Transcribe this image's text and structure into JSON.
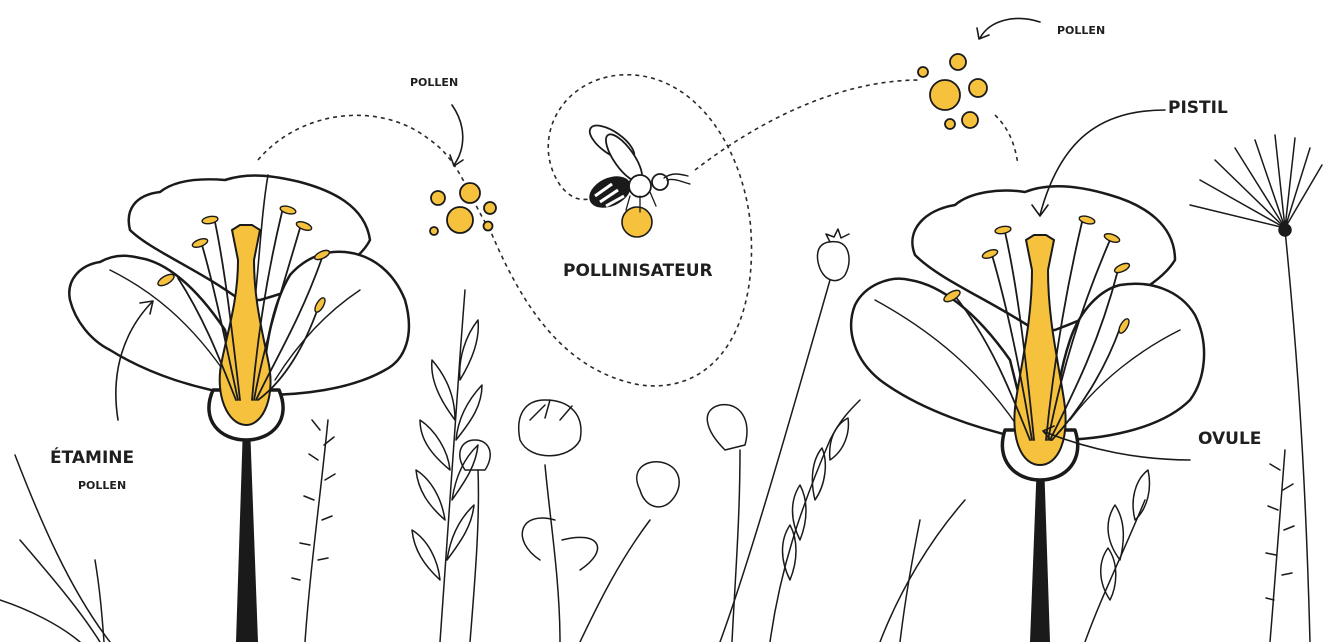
{
  "labels": {
    "etamine": "ÉTAMINE",
    "etamine_pollen": "POLLEN",
    "pollen_left": "POLLEN",
    "pollen_right": "POLLEN",
    "pollinisateur": "POLLINISATEUR",
    "pistil": "PISTIL",
    "ovule": "OVULE"
  },
  "colors": {
    "accent": "#f6c23e",
    "ink": "#1a1a1a",
    "background": "#ffffff"
  },
  "icons": [
    "bee-icon",
    "pollen-grains-icon",
    "flower-icon",
    "wildflower-icon",
    "arrow-icon"
  ]
}
